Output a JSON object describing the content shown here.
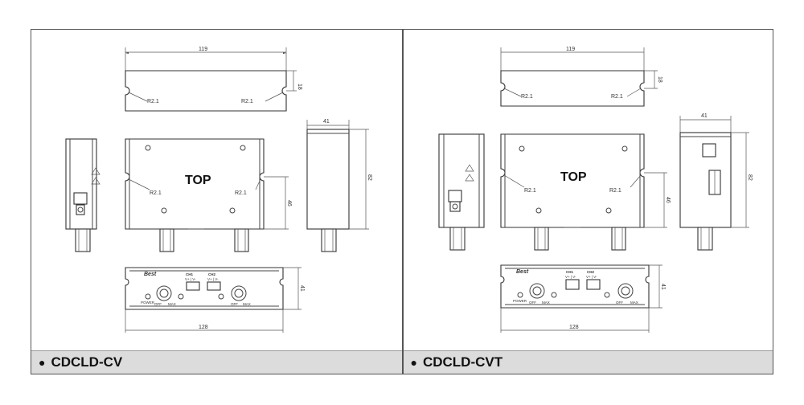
{
  "panels": [
    {
      "caption": "CDCLD-CV",
      "top_label": "TOP",
      "dims": {
        "width_top": "119",
        "height_top": "18",
        "depth": "41",
        "height_side": "82",
        "mount_h": "46",
        "front_h": "41",
        "front_w": "128"
      },
      "radius_label": "R2.1",
      "front": {
        "brand": "Best",
        "ch1": "CH1",
        "ch2": "CH2",
        "vpol": "V+ | V-",
        "power": "POWER",
        "off": "OFF",
        "max": "MAX"
      }
    },
    {
      "caption": "CDCLD-CVT",
      "top_label": "TOP",
      "dims": {
        "width_top": "119",
        "height_top": "18",
        "depth": "41",
        "height_side": "82",
        "mount_h": "46",
        "front_h": "41",
        "front_w": "128"
      },
      "radius_label": "R2.1",
      "front": {
        "brand": "Best",
        "ch1": "CH1",
        "ch2": "CH2",
        "vpol": "V+ | V-",
        "power": "POWER",
        "off": "OFF",
        "max": "MAX"
      }
    }
  ]
}
